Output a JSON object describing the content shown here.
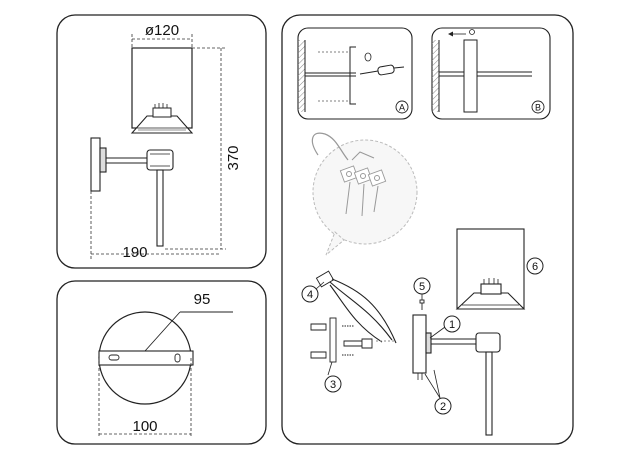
{
  "dimensions": {
    "shade_diameter": "ø120",
    "height": "370",
    "projection": "190",
    "base_width": "95",
    "base_diameter": "100"
  },
  "detail_labels": {
    "a": "A",
    "b": "B"
  },
  "steps": [
    "1",
    "2",
    "3",
    "4",
    "5",
    "6"
  ]
}
